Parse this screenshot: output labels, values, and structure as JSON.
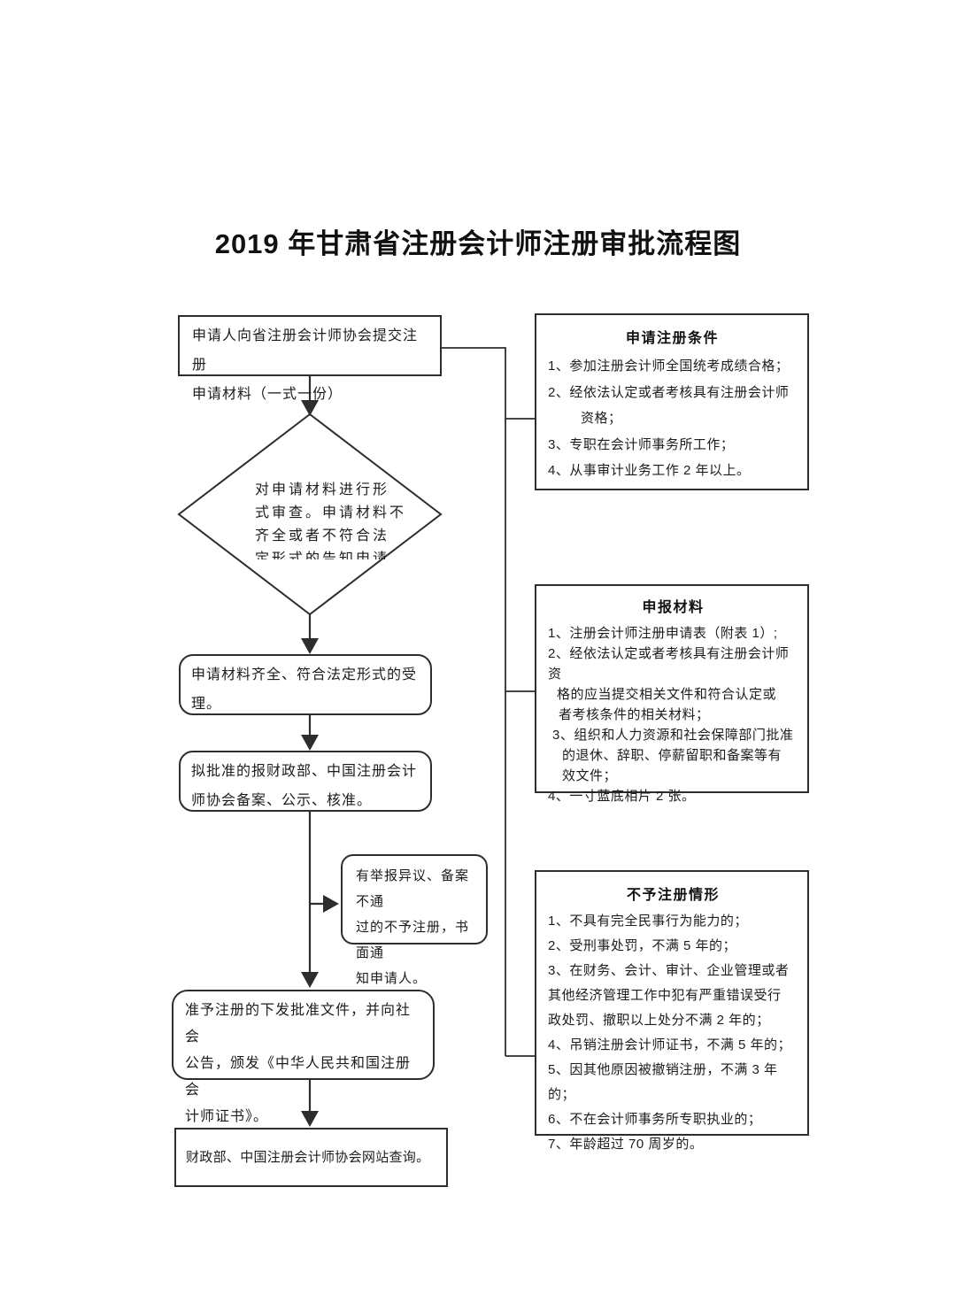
{
  "title": "2019 年甘肃省注册会计师注册审批流程图",
  "colors": {
    "line": "#2d2d2d",
    "text": "#1c1c1c",
    "background": "#ffffff"
  },
  "flow": {
    "start": "申请人向省注册会计师协会提交注册\n申请材料（一式一份）",
    "review_diamond": "对申请材料进行形\n式审查。申请材料不\n齐全或者不符合法\n定形式的告知申请",
    "accept": "申请材料齐全、符合法定形式的受\n理。",
    "filing": "拟批准的报财政部、中国注册会计\n师协会备案、公示、核准。",
    "reject_note": "有举报异议、备案不通\n过的不予注册，书面通\n知申请人。",
    "certificate": "准予注册的下发批准文件，并向社会\n公告，颁发《中华人民共和国注册会\n计师证书》。",
    "query": "财政部、中国注册会计师协会网站查询。"
  },
  "panels": [
    {
      "title": "申请注册条件",
      "lines": [
        "1、参加注册会计师全国统考成绩合格；",
        "2、经依法认定或者考核具有注册会计师",
        "资格；",
        "3、专职在会计师事务所工作；",
        "4、从事审计业务工作 2 年以上。"
      ]
    },
    {
      "title": "申报材料",
      "lines": [
        "1、注册会计师注册申请表（附表 1）;",
        "2、经依法认定或者考核具有注册会计师资",
        "格的应当提交相关文件和符合认定或",
        "者考核条件的相关材料；",
        "3、组织和人力资源和社会保障部门批准",
        "的退休、辞职、停薪留职和备案等有",
        "效文件；",
        "4、一寸蓝底相片 2 张。"
      ]
    },
    {
      "title": "不予注册情形",
      "lines": [
        "1、不具有完全民事行为能力的；",
        "2、受刑事处罚，不满 5 年的；",
        "3、在财务、会计、审计、企业管理或者",
        "其他经济管理工作中犯有严重错误受行",
        "政处罚、撤职以上处分不满 2 年的；",
        "4、吊销注册会计师证书，不满 5 年的；",
        "5、因其他原因被撤销注册，不满 3 年的；",
        "6、不在会计师事务所专职执业的；",
        "7、年龄超过 70 周岁的。"
      ]
    }
  ]
}
